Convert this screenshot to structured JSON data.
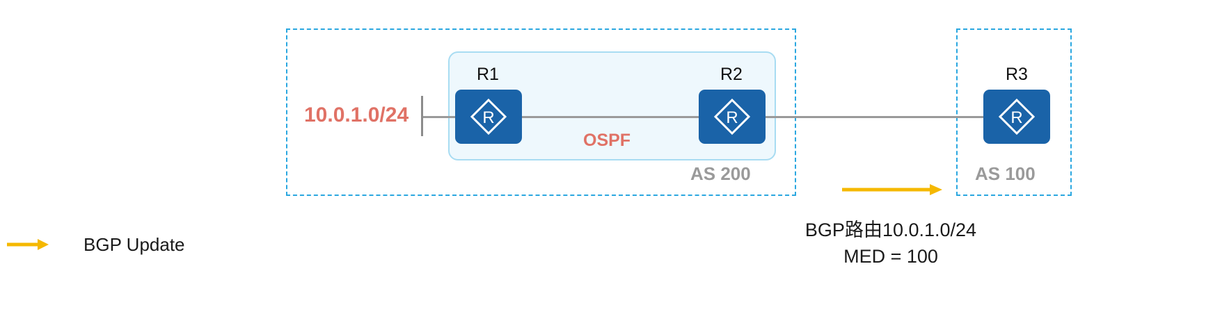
{
  "routers": [
    {
      "id": "R1",
      "label": "R1"
    },
    {
      "id": "R2",
      "label": "R2"
    },
    {
      "id": "R3",
      "label": "R3"
    }
  ],
  "router_icon_glyph": "R",
  "colors": {
    "as_border": "#2aa7e0",
    "ospf_fill": "#eef8fd",
    "router_fill": "#1a63a8",
    "link": "#9a9a9a",
    "highlight": "#e07266",
    "update_arrow": "#f5b800"
  },
  "network_prefix": "10.0.1.0/24",
  "ospf_label": "OSPF",
  "as_200_label": "AS 200",
  "as_100_label": "AS 100",
  "update_note": {
    "line1": "BGP路由10.0.1.0/24",
    "line2": "MED = 100"
  },
  "legend": {
    "icon": "arrow-right-icon",
    "label": "BGP Update"
  }
}
